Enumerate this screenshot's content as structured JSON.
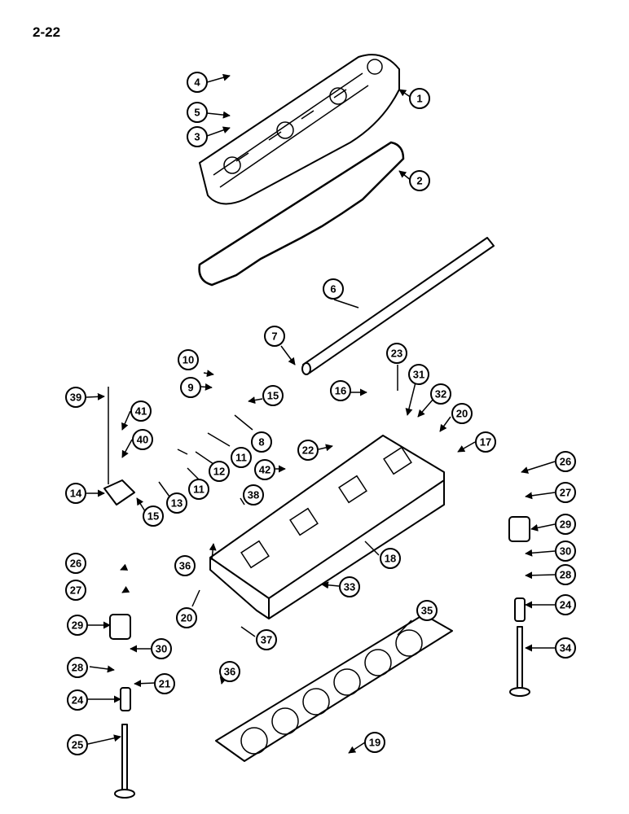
{
  "page": {
    "label": "2-22"
  },
  "diagram": {
    "callouts": [
      "1",
      "2",
      "3",
      "4",
      "5",
      "6",
      "7",
      "8",
      "9",
      "10",
      "11",
      "11",
      "12",
      "13",
      "14",
      "15",
      "15",
      "16",
      "17",
      "18",
      "19",
      "20",
      "20",
      "21",
      "22",
      "23",
      "24",
      "24",
      "25",
      "26",
      "26",
      "27",
      "27",
      "28",
      "28",
      "29",
      "29",
      "30",
      "30",
      "31",
      "32",
      "33",
      "34",
      "35",
      "36",
      "36",
      "37",
      "38",
      "39",
      "40",
      "41",
      "42"
    ]
  }
}
